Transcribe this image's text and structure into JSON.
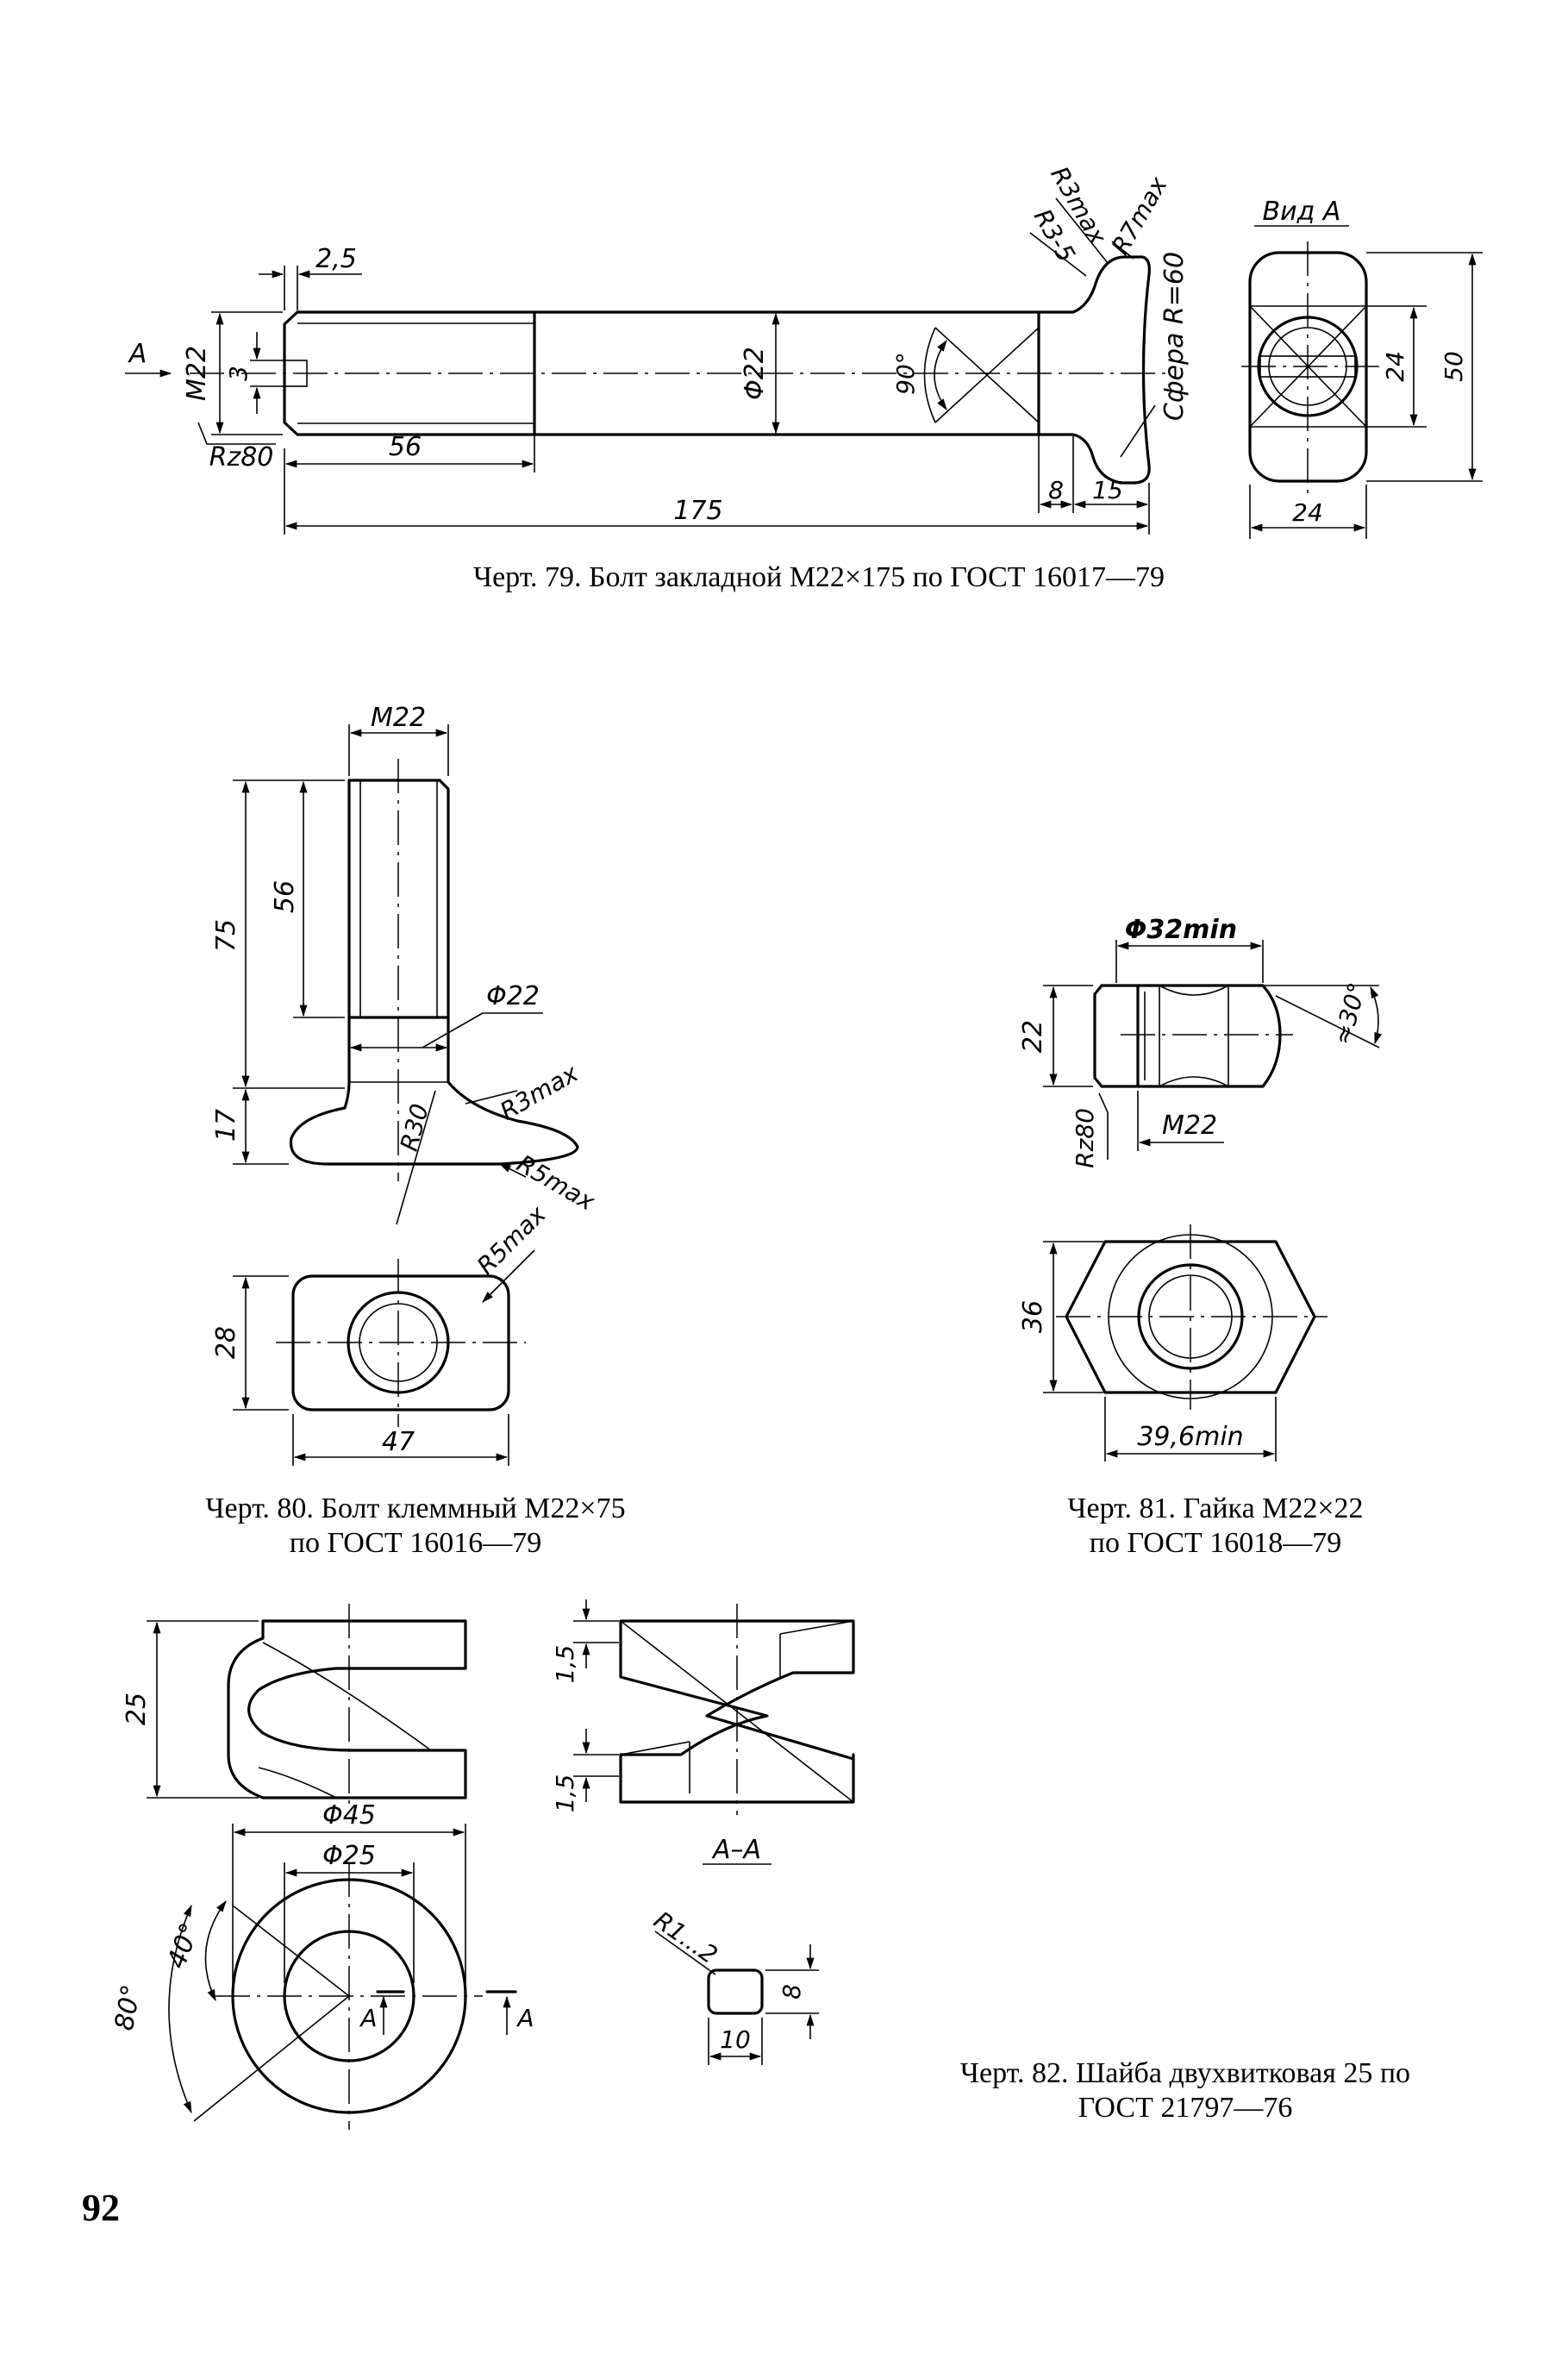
{
  "drawing_79": {
    "view_label": "Вид А",
    "arrow_label": "А",
    "thread": "М22",
    "dim_2_5": "2,5",
    "dim_3": "3",
    "roughness": "Rz80",
    "dim_56": "56",
    "dim_175": "175",
    "dia_22": "Φ22",
    "angle_90": "90°",
    "r3max": "R3max",
    "r7max": "R7max",
    "r3_5": "R3-5",
    "sphere": "Сфера R=60",
    "dim_8": "8",
    "dim_15": "15",
    "viewA_24_h": "24",
    "viewA_24_v": "24",
    "viewA_50": "50",
    "caption": "Черт. 79. Болт закладной М22×175 по ГОСТ 16017—79"
  },
  "drawing_80": {
    "thread": "М22",
    "dim_56": "56",
    "dim_75": "75",
    "dia_22": "Φ22",
    "r3max": "R3max",
    "dim_17": "17",
    "r30": "R30",
    "r5max_a": "R5max",
    "r5max_b": "R5max",
    "dim_28": "28",
    "dim_47": "47",
    "caption_1": "Черт. 80. Болт клеммный М22×75",
    "caption_2": "по ГОСТ 16016—79"
  },
  "drawing_81": {
    "dia_min": "Φ32min",
    "angle": "≈30°",
    "dim_22": "22",
    "roughness": "Rz80",
    "thread": "М22",
    "dim_36": "36",
    "dim_39_6": "39,6min",
    "caption_1": "Черт. 81. Гайка М22×22",
    "caption_2": "по ГОСТ 16018—79"
  },
  "drawing_82": {
    "dim_25": "25",
    "dim_1_5_a": "1,5",
    "dim_1_5_b": "1,5",
    "dia_45": "Φ45",
    "dia_25": "Φ25",
    "angle_40": "40°",
    "angle_80": "80°",
    "section_mark_1": "A",
    "section_mark_2": "A",
    "section_title": "A–A",
    "r1_2": "R1...2",
    "dim_8": "8",
    "dim_10": "10",
    "caption_1": "Черт. 82. Шайба двухвитковая 25 по",
    "caption_2": "ГОСТ 21797—76"
  },
  "page_number": "92"
}
